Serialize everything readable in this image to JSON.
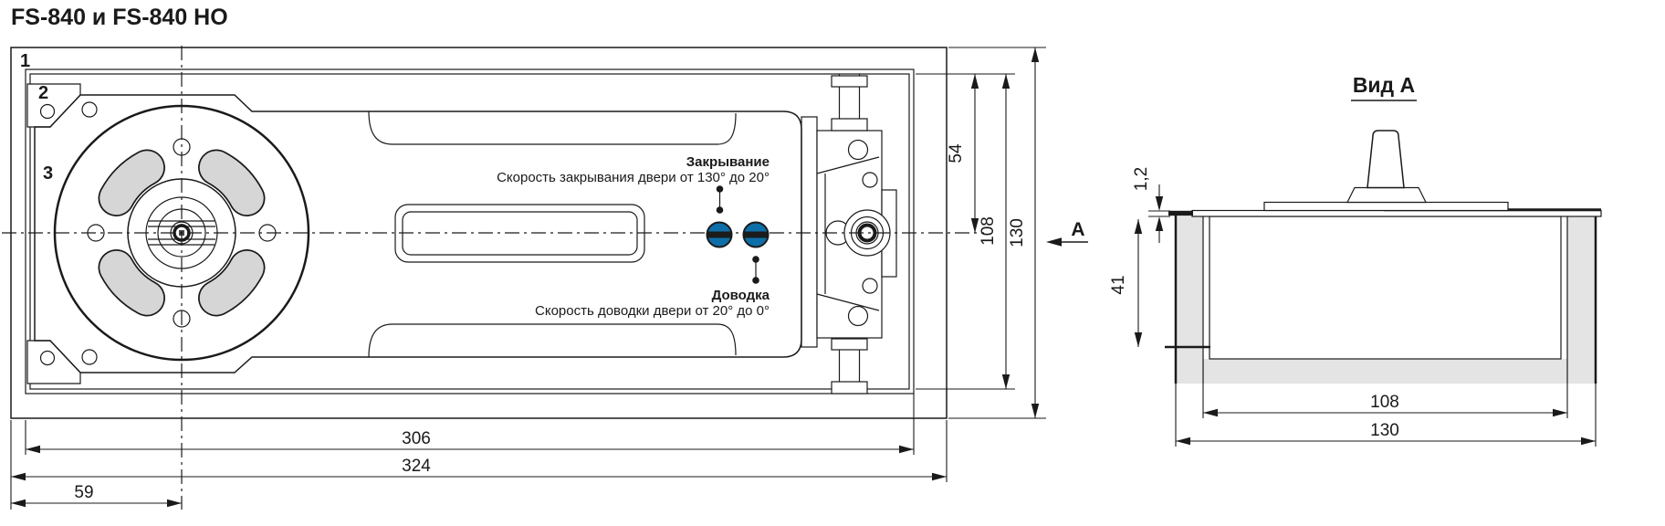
{
  "title": "FS-840 и FS-840 HO",
  "plan_view": {
    "part_labels": {
      "item1": "1",
      "item2": "2",
      "item3": "3"
    },
    "closing_valve": {
      "name": "Закрывание",
      "description": "Скорость закрывания двери от 130° до 20°"
    },
    "latch_valve": {
      "name": "Доводка",
      "description": "Скорость доводки двери от 20° до 0°"
    },
    "dimensions": {
      "body_length": "306",
      "total_length": "324",
      "spindle_offset": "59",
      "axis_to_edge": "54",
      "inner_width": "108",
      "total_width": "130"
    },
    "view_arrow_label": "А"
  },
  "view_a": {
    "title": "Вид А",
    "dimensions": {
      "cover_thickness": "1,2",
      "body_depth": "41",
      "inner_width": "108",
      "total_width": "130"
    }
  },
  "colors": {
    "line": "#1a1a1a",
    "mechanism_gray": "#d6d6d6",
    "frame_gray": "#f0f0f0",
    "concrete_gray": "#e4e4e4",
    "valve_blue": "#0e6ea7"
  }
}
